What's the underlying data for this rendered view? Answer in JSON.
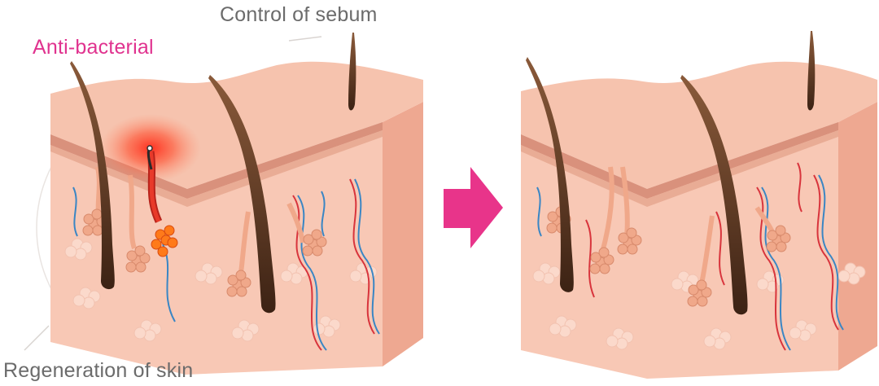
{
  "labels": {
    "antibacterial": "Anti-bacterial",
    "sebum": "Control of sebum",
    "regeneration": "Regeneration of skin"
  },
  "icons": {
    "arrow": "arrow-right-icon",
    "hair": "hair-follicle-icon",
    "gland": "sebaceous-gland-icon",
    "inflammation": "inflammation-icon"
  },
  "colors": {
    "skin_top": "#f6c3ae",
    "skin_side": "#f3b29d",
    "skin_front": "#f8c8b5",
    "epidermis_band": "#d9917c",
    "hair": "#5a3622",
    "gland": "#f0a88a",
    "vein_red": "#d8343c",
    "vein_blue": "#3a86c4",
    "inflammation": "#ff2a1a",
    "arrow": "#e8348a",
    "label_accent": "#e0338f",
    "label_text": "#6b6b6b"
  }
}
